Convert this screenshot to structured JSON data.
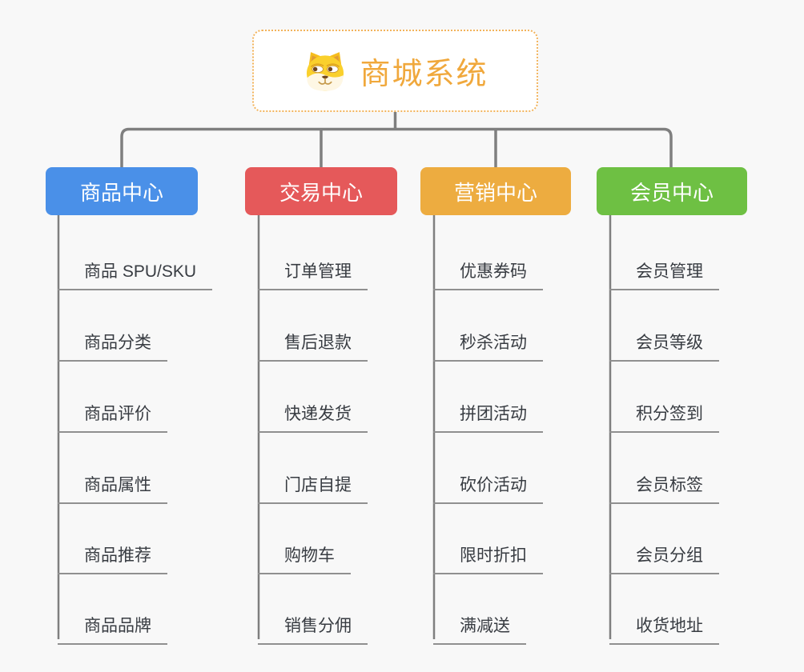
{
  "canvas_background": "#F8F8F8",
  "connector_color": "#7F7F7F",
  "root": {
    "label": "商城系统",
    "icon": "dog-face-icon",
    "text_color": "#F0A83C",
    "border_color": "#F2B35B"
  },
  "branches": [
    {
      "label": "商品中心",
      "color": "#4A90E8",
      "children": [
        "商品 SPU/SKU",
        "商品分类",
        "商品评价",
        "商品属性",
        "商品推荐",
        "商品品牌"
      ]
    },
    {
      "label": "交易中心",
      "color": "#E5595A",
      "children": [
        "订单管理",
        "售后退款",
        "快递发货",
        "门店自提",
        "购物车",
        "销售分佣"
      ]
    },
    {
      "label": "营销中心",
      "color": "#EDAC40",
      "children": [
        "优惠券码",
        "秒杀活动",
        "拼团活动",
        "砍价活动",
        "限时折扣",
        "满减送"
      ]
    },
    {
      "label": "会员中心",
      "color": "#6EC043",
      "children": [
        "会员管理",
        "会员等级",
        "积分签到",
        "会员标签",
        "会员分组",
        "收货地址"
      ]
    }
  ]
}
